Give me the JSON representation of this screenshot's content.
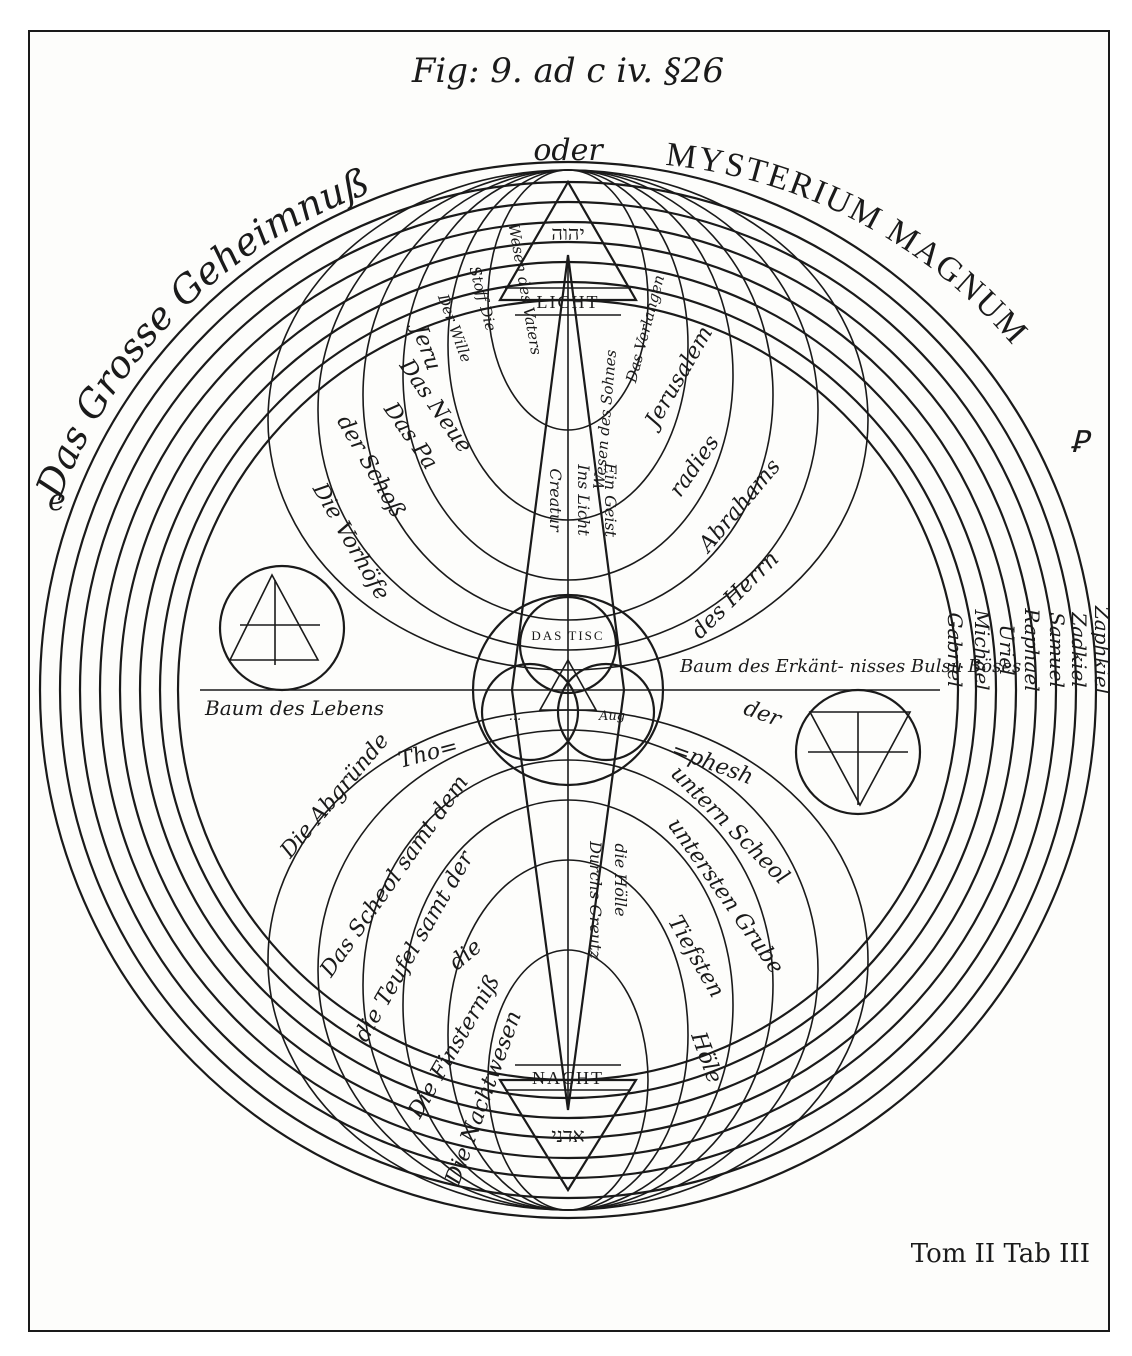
{
  "figure_label": "Fig: 9. ad c iv. §26",
  "plate_label": "Tom II Tab III",
  "title": {
    "german": "Das Grosse Geheimnuß",
    "oder": "oder",
    "latin": "MYSTERIUM MAGNUM",
    "ornament_left": "e",
    "ornament_right": "Ꝑ"
  },
  "top_triangle": {
    "label": "LICHT",
    "hebrew": "יהוה"
  },
  "bottom_triangle": {
    "label": "NACHT",
    "hebrew": "אדני"
  },
  "center": {
    "upper": "DAS TISC",
    "left": "...",
    "right": "Aug"
  },
  "left_disc_caption": "Baum des Lebens",
  "right_disc_caption": "Baum des Erkänt- nisses Bulsu Böses",
  "upper_left_arcs": [
    "Das Neue",
    "Jeru",
    "Das Pa",
    "der Schoß",
    "Die Vorhöfe"
  ],
  "upper_right_arcs": [
    "Jerusalem",
    "radies",
    "Abrahams",
    "des Herrn"
  ],
  "upper_center_left": [
    "Der Wille",
    "Stoff Die",
    "Wesen des Vaters"
  ],
  "upper_center_right": [
    "Das Verlangen",
    "Wesen des Sohnes"
  ],
  "vertical_upper": [
    "Ins Licht",
    "Ein Geist",
    "Creatur"
  ],
  "lower_left_arcs": [
    "Die Abgründe",
    "Tho=",
    "Das Scheol samt dem",
    "die Teufel samt der",
    "die",
    "Die Finsterniß",
    "Die Nachtwesen"
  ],
  "lower_right_arcs": [
    "der",
    "=phesh",
    "untern Scheol",
    "untersten Grube",
    "Tiefsten",
    "Höle"
  ],
  "vertical_lower": [
    "Durchs Creutz",
    "die Hölle"
  ],
  "angels": [
    "Gabriel",
    "Michael",
    "Uriel",
    "Raphael",
    "Samuel",
    "Zadkiel",
    "Zaphkiel"
  ]
}
